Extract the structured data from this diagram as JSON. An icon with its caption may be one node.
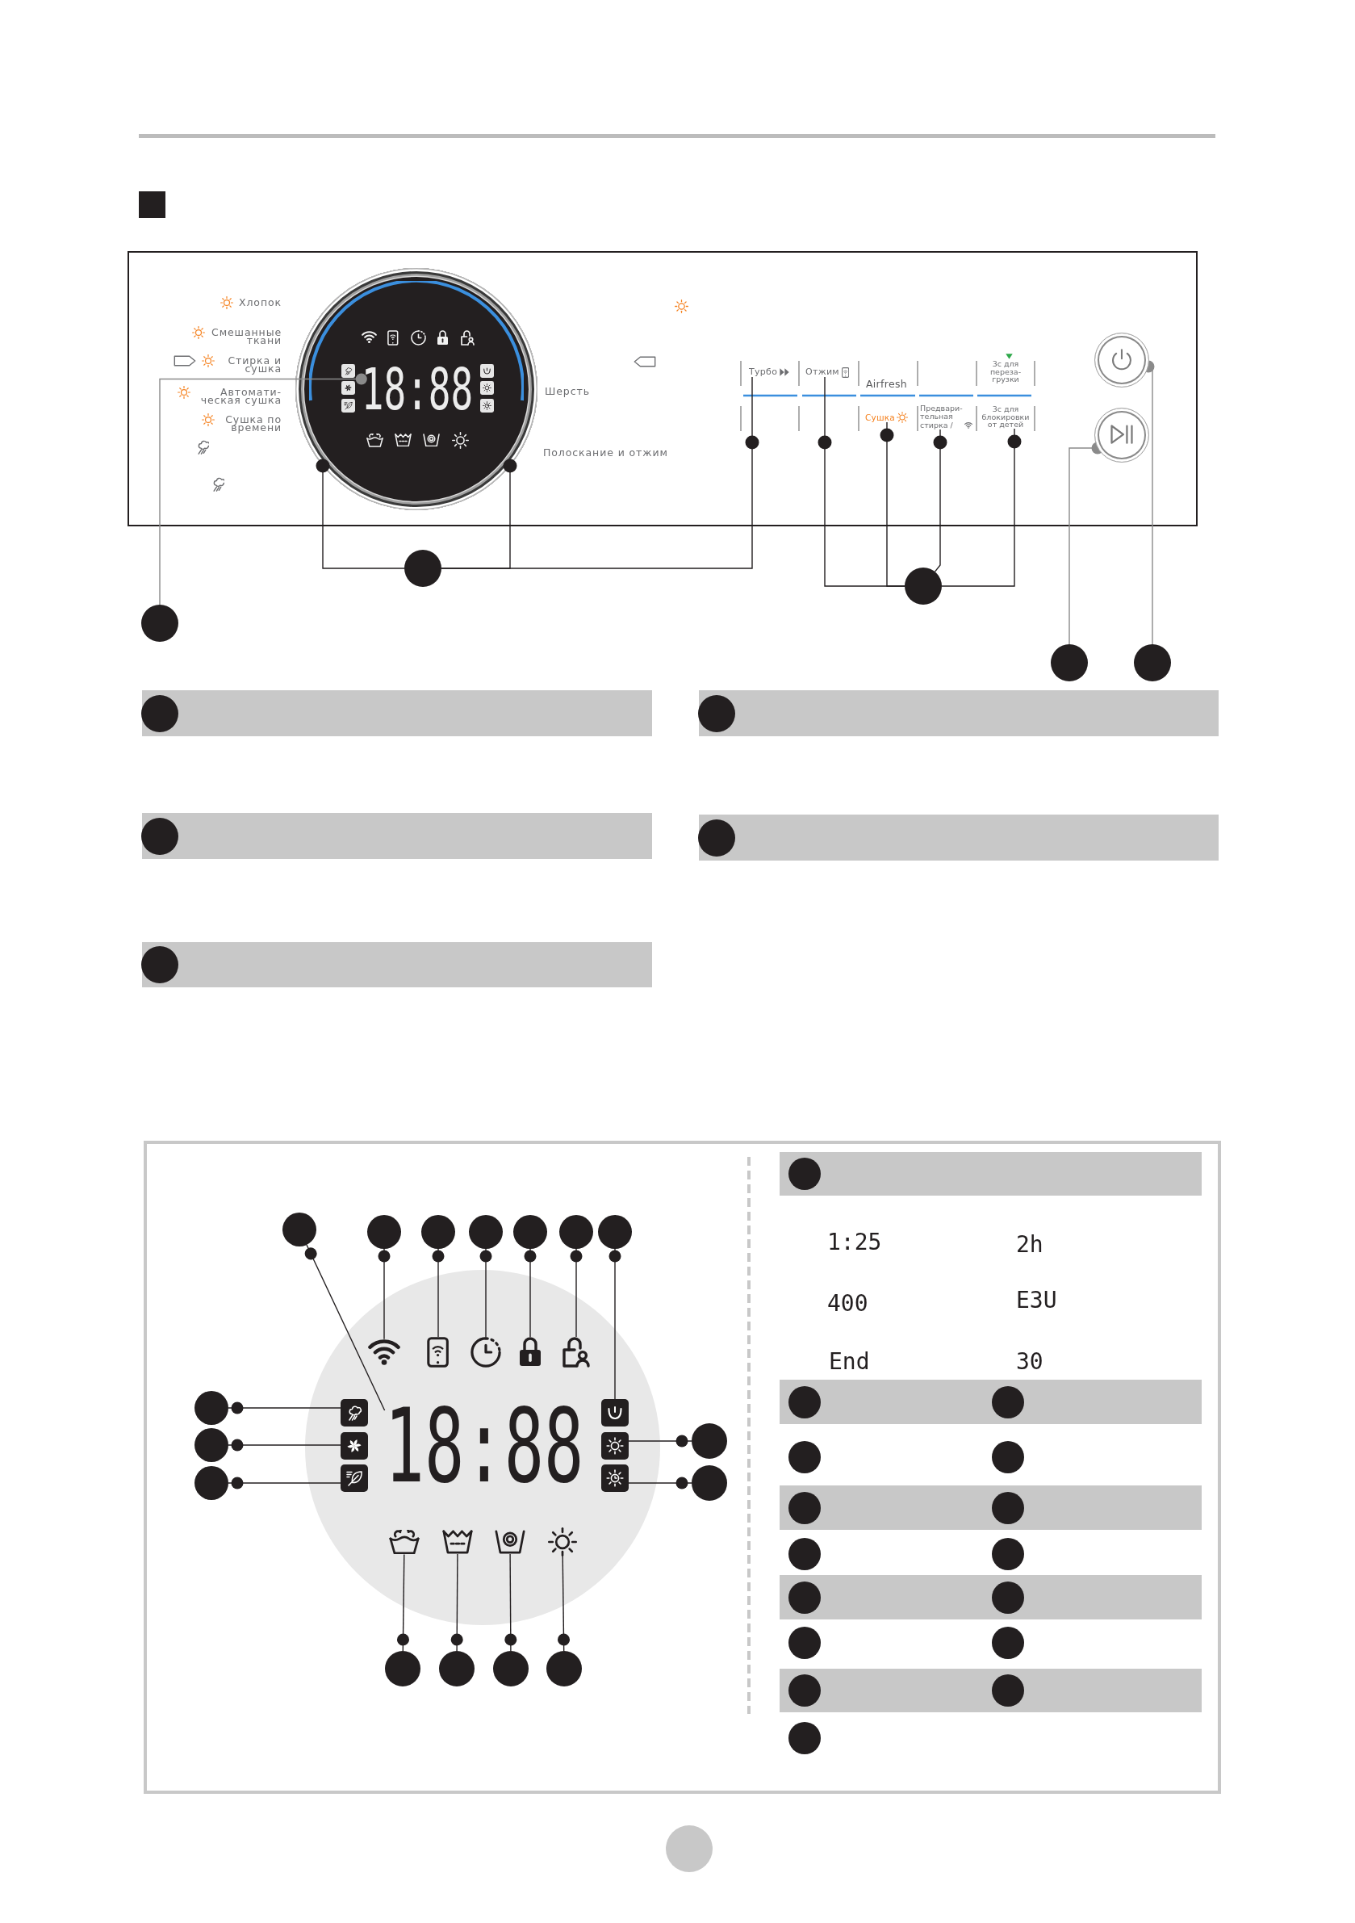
{
  "diagram": {
    "nodes": [
      {
        "text": [],
        "shape": "circle"
      },
      {
        "text": [
          "18:88"
        ],
        "in": 0
      },
      {
        "text": [
          "Турбо"
        ]
      },
      {
        "text": [
          "Отжим"
        ]
      },
      {
        "text": [
          "Сушка"
        ]
      },
      {
        "text": [
          "Предвари- тельная стирка /"
        ]
      },
      {
        "text": [
          "3с для блокировки от детей"
        ]
      },
      {
        "text": [],
        "shape": "circle"
      },
      {
        "text": [],
        "shape": "circle"
      },
      {
        "text": [],
        "shape": "circle"
      },
      {
        "text": [],
        "shape": "circle"
      },
      {
        "text": [],
        "shape": "circle"
      },
      {
        "text": [],
        "shape": "circle"
      },
      {
        "text": [],
        "shape": "circle"
      },
      {
        "text": [],
        "shape": "circle"
      },
      {
        "text": [],
        "shape": "circle"
      },
      {
        "text": [],
        "shape": "circle"
      },
      {
        "text": [],
        "shape": "circle"
      },
      {
        "text": [],
        "shape": "circle"
      },
      {
        "text": [],
        "shape": "circle"
      },
      {
        "text": [],
        "shape": "circle"
      },
      {
        "text": [],
        "shape": "circle"
      },
      {
        "text": [],
        "shape": "circle"
      },
      {
        "text": [],
        "shape": "circle"
      },
      {
        "text": [],
        "shape": "circle"
      },
      {
        "text": [],
        "shape": "circle"
      },
      {
        "text": [],
        "shape": "circle"
      },
      {
        "text": [],
        "shape": "circle"
      },
      {
        "text": [],
        "shape": "circle"
      },
      {
        "text": [],
        "shape": "circle"
      },
      {
        "text": [],
        "shape": "circle"
      },
      {
        "text": [],
        "shape": "circle"
      },
      {
        "text": [],
        "shape": "circle"
      },
      {
        "text": [],
        "shape": "circle"
      },
      {
        "text": [],
        "shape": "circle"
      },
      {
        "text": [
          "18:88"
        ]
      },
      {
        "text": [],
        "shape": "picture"
      },
      {
        "text": [],
        "shape": "picture"
      },
      {
        "text": [],
        "shape": "picture"
      },
      {
        "text": [],
        "shape": "picture"
      },
      {
        "text": [],
        "shape": "picture"
      },
      {
        "text": [],
        "shape": "picture"
      },
      {
        "text": [],
        "shape": "picture"
      },
      {
        "text": [],
        "shape": "picture"
      },
      {
        "text": [],
        "shape": "picture"
      },
      {
        "text": [],
        "shape": "picture"
      },
      {
        "text": [],
        "shape": "picture"
      },
      {
        "text": [],
        "shape": "picture"
      },
      {
        "text": [],
        "shape": "picture"
      },
      {
        "text": [],
        "shape": "picture"
      },
      {
        "text": [],
        "shape": "picture"
      },
      {
        "text": [],
        "shape": "circle"
      },
      {
        "text": [],
        "shape": "circle"
      },
      {
        "text": [],
        "shape": "circle"
      },
      {
        "text": [],
        "shape": "circle"
      },
      {
        "text": [],
        "shape": "circle"
      },
      {
        "text": [],
        "shape": "circle"
      },
      {
        "text": [],
        "shape": "circle"
      },
      {
        "text": [],
        "shape": "circle"
      },
      {
        "text": [],
        "shape": "circle"
      },
      {
        "text": [],
        "shape": "circle"
      },
      {
        "text": [],
        "shape": "circle"
      },
      {
        "text": [],
        "shape": "circle"
      },
      {
        "text": [],
        "shape": "circle"
      },
      {
        "text": [],
        "shape": "circle"
      },
      {
        "text": [],
        "shape": "circle"
      },
      {
        "text": [],
        "shape": "circle"
      }
    ],
    "edges": [
      {
        "from": 9,
        "to": 1,
        "arrow": "other",
        "color": "#8a8a8a"
      },
      {
        "from": 10,
        "to": 0,
        "arrow": "other"
      },
      {
        "from": 10,
        "to": 0,
        "arrow": "other"
      },
      {
        "from": 10,
        "to": 2,
        "arrow": "other"
      },
      {
        "from": 11,
        "to": 3,
        "arrow": "other"
      },
      {
        "from": 11,
        "to": 4,
        "arrow": "other"
      },
      {
        "from": 11,
        "to": 5,
        "arrow": "other"
      },
      {
        "from": 11,
        "to": 6,
        "arrow": "other"
      },
      {
        "from": 12,
        "to": 8,
        "arrow": "other",
        "color": "#8a8a8a"
      },
      {
        "from": 13,
        "to": 7,
        "arrow": "other",
        "color": "#8a8a8a"
      },
      {
        "from": 19,
        "to": 35,
        "arrow": "other"
      },
      {
        "from": 20,
        "to": 36,
        "arrow": "other"
      },
      {
        "from": 21,
        "to": 37,
        "arrow": "other"
      },
      {
        "from": 22,
        "to": 38,
        "arrow": "other"
      },
      {
        "from": 23,
        "to": 39,
        "arrow": "other"
      },
      {
        "from": 24,
        "to": 40,
        "arrow": "other"
      },
      {
        "from": 25,
        "to": 41,
        "arrow": "other"
      },
      {
        "from": 26,
        "to": 42,
        "arrow": "other"
      },
      {
        "from": 27,
        "to": 43,
        "arrow": "other"
      },
      {
        "from": 28,
        "to": 44,
        "arrow": "other"
      },
      {
        "from": 29,
        "to": 45,
        "arrow": "other"
      },
      {
        "from": 30,
        "to": 46,
        "arrow": "other"
      },
      {
        "from": 31,
        "to": 47,
        "arrow": "other"
      },
      {
        "from": 32,
        "to": 48,
        "arrow": "other"
      },
      {
        "from": 33,
        "to": 49,
        "arrow": "other"
      },
      {
        "from": 34,
        "to": 50,
        "arrow": "other"
      }
    ],
    "labels": [
      "Хлопок",
      "Смешанные ткани",
      "Стирка и сушка",
      "Автомати- ческая сушка",
      "Сушка по времени",
      "Шерсть",
      "Полоскание и отжим",
      "Airfresh",
      "3с для переза- грузки",
      "1:25",
      "2h",
      "400",
      "E3U",
      "End",
      "30"
    ]
  }
}
